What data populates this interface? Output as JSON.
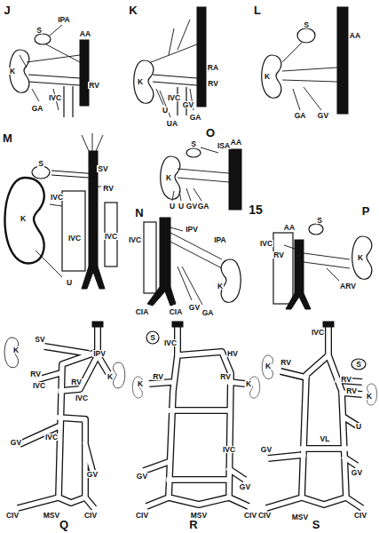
{
  "diagram": {
    "labels": [
      "J",
      "IPA",
      "S",
      "AA",
      "K",
      "RV",
      "IVC",
      "GA",
      "K",
      "RA",
      "RV",
      "K",
      "IVC",
      "U",
      "GV",
      "GA",
      "UA",
      "L",
      "S",
      "AA",
      "K",
      "GA",
      "GV",
      "M",
      "S",
      "SV",
      "IVC",
      "RV",
      "K",
      "IVC",
      "IVC",
      "U",
      "O",
      "S",
      "ISA",
      "AA",
      "K",
      "U",
      "U",
      "GV",
      "GA",
      "15",
      "N",
      "IVC",
      "IPV",
      "IPA",
      "K",
      "CIA",
      "CIA",
      "GV",
      "GA",
      "P",
      "AA",
      "S",
      "IVC",
      "RV",
      "K",
      "ARV",
      "SV",
      "K",
      "IPV",
      "RV",
      "IVC",
      "RV",
      "K",
      "IVC",
      "IVC",
      "GV",
      "GV",
      "CIV",
      "MSV",
      "CIV",
      "Q",
      "S",
      "IVC",
      "HV",
      "K",
      "RV",
      "RV",
      "K",
      "IVC",
      "GV",
      "GV",
      "CIV",
      "MSV",
      "CIV",
      "R",
      "IVC",
      "K",
      "RV",
      "S",
      "RV",
      "RV",
      "K",
      "U",
      "VL",
      "GV",
      "GV",
      "CIV",
      "MSV",
      "CIV",
      "S"
    ]
  }
}
